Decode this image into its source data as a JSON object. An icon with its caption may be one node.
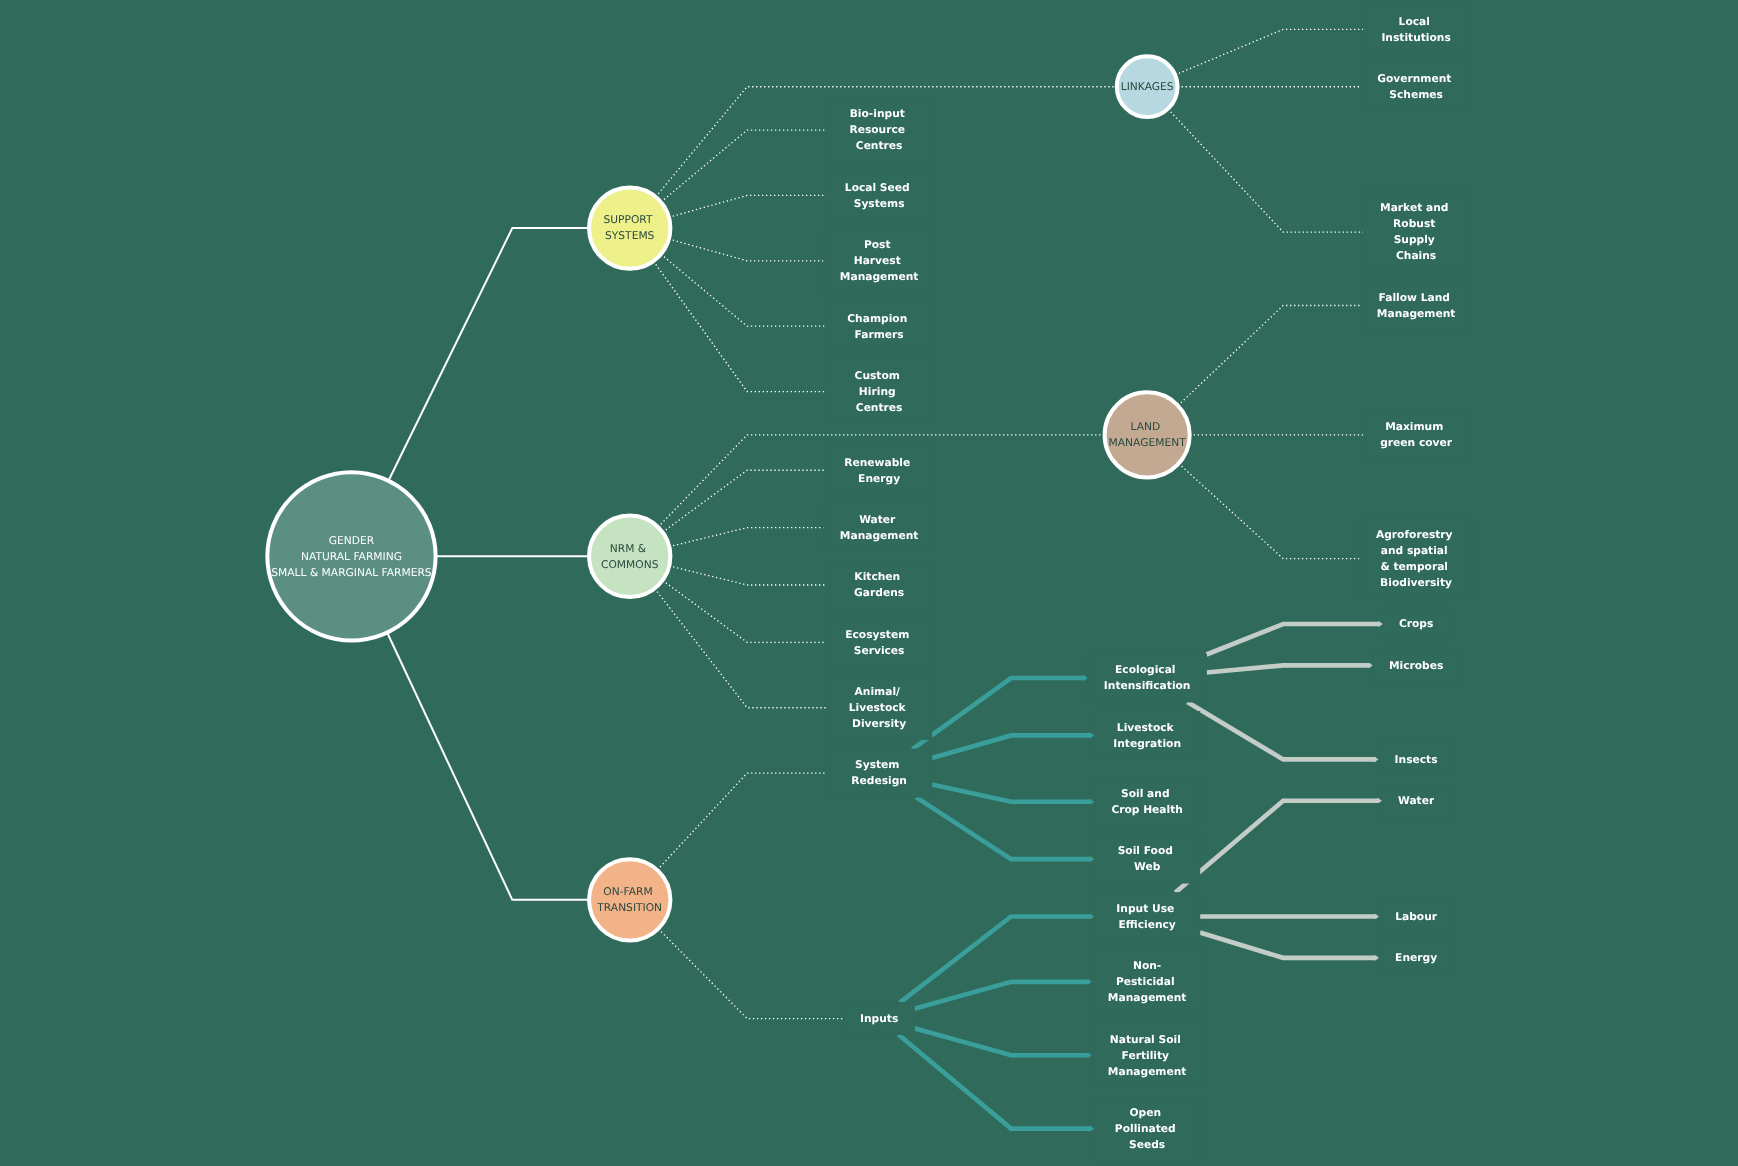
{
  "diagram": {
    "nodes": [
      {
        "text": [
          "GENDER",
          "NATURAL FARMING",
          "SMALL & MARGINAL FARMERS"
        ]
      },
      {
        "text": [
          "SUPPORT SYSTEMS"
        ]
      },
      {
        "text": [
          "NRM & COMMONS"
        ]
      },
      {
        "text": [
          "LINKAGES"
        ]
      },
      {
        "text": [
          "LAND MANAGEMENT"
        ]
      },
      {
        "text": [
          "ON-FARM TRANSITION"
        ]
      },
      {
        "text": [
          "Bio-input Resource Centres"
        ]
      },
      {
        "text": [
          "Local Seed Systems"
        ]
      },
      {
        "text": [
          "Post Harvest Management"
        ]
      },
      {
        "text": [
          "Champion Farmers"
        ]
      },
      {
        "text": [
          "Custom Hiring Centres"
        ]
      },
      {
        "text": [
          "Renewable Energy"
        ]
      },
      {
        "text": [
          "Water Management"
        ]
      },
      {
        "text": [
          "Kitchen Gardens"
        ]
      },
      {
        "text": [
          "Ecosystem Services"
        ]
      },
      {
        "text": [
          "Animal/ Livestock Diversity"
        ]
      },
      {
        "text": [
          "Local Institutions"
        ]
      },
      {
        "text": [
          "Government Schemes"
        ]
      },
      {
        "text": [
          "Market and Robust Supply Chains"
        ]
      },
      {
        "text": [
          "Fallow Land Management"
        ]
      },
      {
        "text": [
          "Maximum green cover"
        ]
      },
      {
        "text": [
          "Agroforestry and spatial & temporal Biodiversity"
        ]
      },
      {
        "text": [
          "System Redesign"
        ]
      },
      {
        "text": [
          "Inputs"
        ]
      },
      {
        "text": [
          "Ecological Intensification"
        ]
      },
      {
        "text": [
          "Livestock Integration"
        ]
      },
      {
        "text": [
          "Soil and Crop Health"
        ]
      },
      {
        "text": [
          "Soil Food Web"
        ]
      },
      {
        "text": [
          "Crops"
        ]
      },
      {
        "text": [
          "Microbes"
        ]
      },
      {
        "text": [
          "Insects"
        ]
      },
      {
        "text": [
          "Input Use Efficiency"
        ]
      },
      {
        "text": [
          "Non-Pesticidal Management"
        ]
      },
      {
        "text": [
          "Natural Soil Fertility Management"
        ]
      },
      {
        "text": [
          "Open Pollinated Seeds"
        ]
      },
      {
        "text": [
          "Water"
        ]
      },
      {
        "text": [
          "Labour"
        ]
      },
      {
        "text": [
          "Energy"
        ]
      }
    ],
    "edges": [
      {
        "from": 0,
        "to": 1,
        "arrow": "none"
      },
      {
        "from": 0,
        "to": 2,
        "arrow": "none"
      },
      {
        "from": 0,
        "to": 5,
        "arrow": "none"
      },
      {
        "from": 1,
        "to": 3,
        "arrow": "none",
        "style": "dashed"
      },
      {
        "from": 2,
        "to": 4,
        "arrow": "none",
        "style": "dashed"
      },
      {
        "from": 1,
        "to": 6,
        "arrow": "none",
        "style": "dashed"
      },
      {
        "from": 1,
        "to": 7,
        "arrow": "none",
        "style": "dashed"
      },
      {
        "from": 1,
        "to": 8,
        "arrow": "none",
        "style": "dashed"
      },
      {
        "from": 1,
        "to": 9,
        "arrow": "none",
        "style": "dashed"
      },
      {
        "from": 1,
        "to": 10,
        "arrow": "none",
        "style": "dashed"
      },
      {
        "from": 2,
        "to": 11,
        "arrow": "none",
        "style": "dashed"
      },
      {
        "from": 2,
        "to": 12,
        "arrow": "none",
        "style": "dashed"
      },
      {
        "from": 2,
        "to": 13,
        "arrow": "none",
        "style": "dashed"
      },
      {
        "from": 2,
        "to": 14,
        "arrow": "none",
        "style": "dashed"
      },
      {
        "from": 2,
        "to": 15,
        "arrow": "none",
        "style": "dashed"
      },
      {
        "from": 3,
        "to": 16,
        "arrow": "none",
        "style": "dashed"
      },
      {
        "from": 3,
        "to": 17,
        "arrow": "none",
        "style": "dashed"
      },
      {
        "from": 3,
        "to": 18,
        "arrow": "none",
        "style": "dashed"
      },
      {
        "from": 4,
        "to": 19,
        "arrow": "none",
        "style": "dashed"
      },
      {
        "from": 4,
        "to": 20,
        "arrow": "none",
        "style": "dashed"
      },
      {
        "from": 4,
        "to": 21,
        "arrow": "none",
        "style": "dashed"
      },
      {
        "from": 5,
        "to": 22,
        "arrow": "none",
        "style": "dashed"
      },
      {
        "from": 5,
        "to": 23,
        "arrow": "none",
        "style": "dashed"
      },
      {
        "from": 22,
        "to": 24,
        "arrow": "to",
        "style": "thick",
        "color": "#3a9e9b"
      },
      {
        "from": 22,
        "to": 25,
        "arrow": "to",
        "style": "thick",
        "color": "#3a9e9b"
      },
      {
        "from": 22,
        "to": 26,
        "arrow": "to",
        "style": "thick",
        "color": "#3a9e9b"
      },
      {
        "from": 22,
        "to": 27,
        "arrow": "to",
        "style": "thick",
        "color": "#3a9e9b"
      },
      {
        "from": 24,
        "to": 28,
        "arrow": "to",
        "style": "thick",
        "color": "#c4ccc8"
      },
      {
        "from": 24,
        "to": 29,
        "arrow": "to",
        "style": "thick",
        "color": "#c4ccc8"
      },
      {
        "from": 24,
        "to": 30,
        "arrow": "to",
        "style": "thick",
        "color": "#c4ccc8"
      },
      {
        "from": 23,
        "to": 31,
        "arrow": "to",
        "style": "thick",
        "color": "#3a9e9b"
      },
      {
        "from": 23,
        "to": 32,
        "arrow": "to",
        "style": "thick",
        "color": "#3a9e9b"
      },
      {
        "from": 23,
        "to": 33,
        "arrow": "to",
        "style": "thick",
        "color": "#3a9e9b"
      },
      {
        "from": 23,
        "to": 34,
        "arrow": "to",
        "style": "thick",
        "color": "#3a9e9b"
      },
      {
        "from": 31,
        "to": 35,
        "arrow": "to",
        "style": "thick",
        "color": "#c4ccc8"
      },
      {
        "from": 31,
        "to": 36,
        "arrow": "to",
        "style": "thick",
        "color": "#c4ccc8"
      },
      {
        "from": 31,
        "to": 37,
        "arrow": "to",
        "style": "thick",
        "color": "#c4ccc8"
      }
    ]
  }
}
